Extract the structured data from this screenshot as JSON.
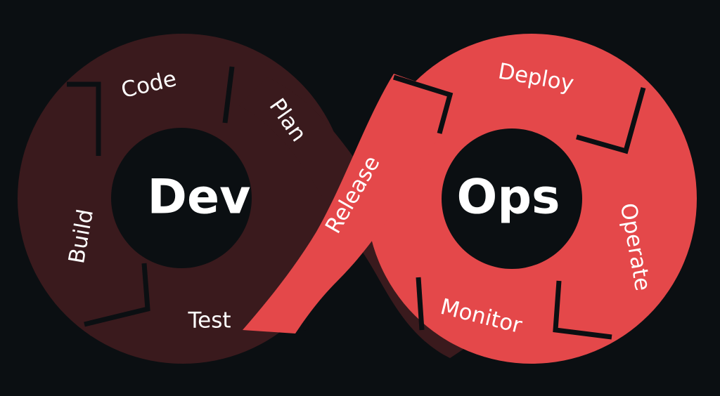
{
  "colors": {
    "background": "#0b0f12",
    "dev_ring": "#3a1a1d",
    "ops_ring": "#e4484a",
    "hub": "#0b0f12",
    "text": "#ffffff"
  },
  "hubs": {
    "dev": "Dev",
    "ops": "Ops"
  },
  "stages": {
    "plan": "Plan",
    "code": "Code",
    "build": "Build",
    "test": "Test",
    "release": "Release",
    "deploy": "Deploy",
    "operate": "Operate",
    "monitor": "Monitor"
  }
}
